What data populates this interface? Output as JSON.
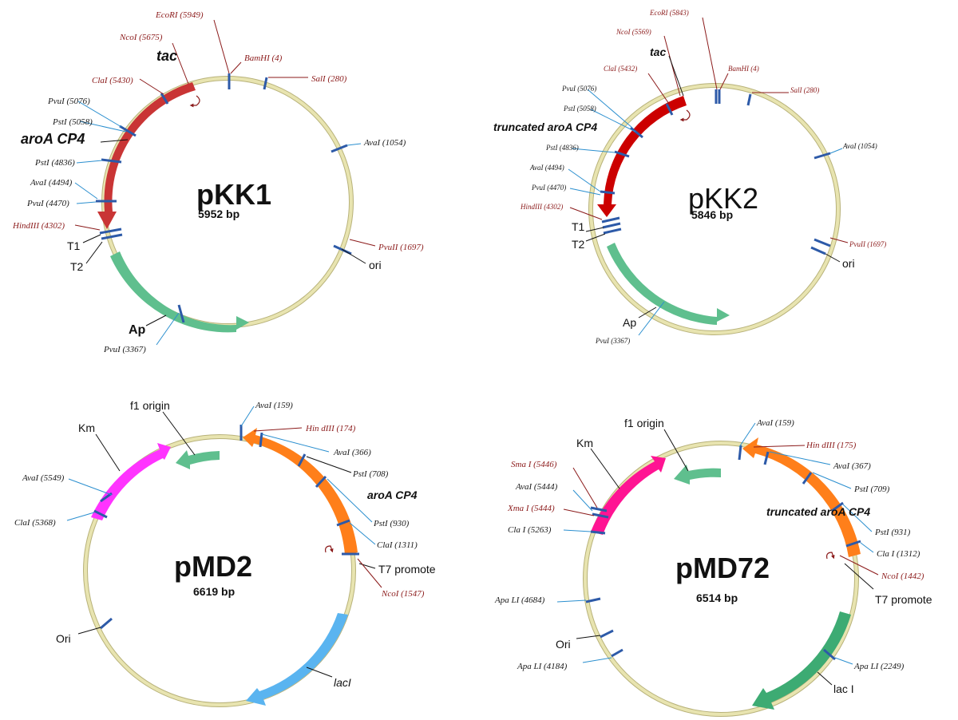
{
  "pKK1": {
    "name": "pKK1",
    "size": "5952 bp",
    "features": {
      "tac": "tac",
      "aroA": "aroA CP4",
      "T1": "T1",
      "T2": "T2",
      "ori": "ori",
      "Ap": "Ap"
    },
    "sites": {
      "EcoRI": "EcoRI (5949)",
      "NcoI": "NcoI (5675)",
      "BamHI": "BamHI (4)",
      "SalI": "SalI (280)",
      "ClaI": "ClaI (5430)",
      "PvuI_top": "PvuI (5076)",
      "PstI_a": "PstI (5058)",
      "AvaI_1054": "AvaI (1054)",
      "PstI_b": "PstI (4836)",
      "AvaI_4494": "AvaI (4494)",
      "PvuI_4470": "PvuI (4470)",
      "HindIII": "HindIII (4302)",
      "PvuII": "PvuII (1697)",
      "PvuI_3367": "PvuI (3367)"
    }
  },
  "pKK2": {
    "name": "pKK2",
    "size": "5846 bp",
    "features": {
      "tac": "tac",
      "aroA": "truncated aroA CP4",
      "T1": "T1",
      "T2": "T2",
      "ori": "ori",
      "Ap": "Ap"
    },
    "sites": {
      "EcoRI": "EcoRI (5843)",
      "NcoI": "NcoI (5569)",
      "BamHI": "BamHI (4)",
      "SalI": "SalI (280)",
      "ClaI": "ClaI (5432)",
      "PvuI_top": "PvuI (5076)",
      "PstI_a": "PstI (5058)",
      "AvaI_1054": "AvaI (1054)",
      "PstI_b": "PstI (4836)",
      "AvaI_4494": "AvaI (4494)",
      "PvuI_4470": "PvuI (4470)",
      "HindIII": "HindIII (4302)",
      "PvuII": "PvuII (1697)",
      "PvuI_3367": "PvuI (3367)"
    }
  },
  "pMD2": {
    "name": "pMD2",
    "size": "6619 bp",
    "features": {
      "f1": "f1 origin",
      "Km": "Km",
      "aroA": "aroA CP4",
      "T7": "T7 promote",
      "Ori": "Ori",
      "lacI": "lacI"
    },
    "sites": {
      "AvaI_159": "AvaI (159)",
      "HindIII": "Hin dIII (174)",
      "AvaI_366": "AvaI (366)",
      "PstI_708": "PstI (708)",
      "PstI_930": "PstI (930)",
      "ClaI_1311": "ClaI (1311)",
      "NcoI_1547": "NcoI (1547)",
      "AvaI_5549": "AvaI (5549)",
      "ClaI_5368": "ClaI (5368)"
    }
  },
  "pMD72": {
    "name": "pMD72",
    "size": "6514 bp",
    "features": {
      "f1": "f1 origin",
      "Km": "Km",
      "aroA": "truncated aroA CP4",
      "T7": "T7 promote",
      "Ori": "Ori",
      "lacI": "lac I"
    },
    "sites": {
      "AvaI_159": "AvaI (159)",
      "HindIII": "Hin dIII (175)",
      "AvaI_367": "AvaI (367)",
      "PstI_709": "PstI (709)",
      "PstI_931": "PstI (931)",
      "ClaI_1312": "Cla I (1312)",
      "NcoI_1442": "NcoI (1442)",
      "SmaI": "Sma I (5446)",
      "AvaI_5444": "AvaI (5444)",
      "XmaI": "Xma I (5444)",
      "ClaI_5263": "Cla I (5263)",
      "ApaLI_4684": "Apa LI (4684)",
      "ApaLI_4184": "Apa LI (4184)",
      "ApaLI_2249": "Apa LI (2249)"
    }
  },
  "colors": {
    "aroA_pKK": "#c93535",
    "aroA_pKK2": "#cc0000",
    "Ap": "#5fbf8e",
    "f1": "#5fbf8e",
    "Km": "#ff33ff",
    "Km_pMD72": "#ff1493",
    "aroA_pMD": "#ff7f1a",
    "lacI_pMD2": "#5ab4f0",
    "lacI_pMD72": "#3dab73",
    "backbone": "#e8e4b0",
    "site_red": "#8b1a1a",
    "site_lead_blue": "#2b8fcf"
  }
}
